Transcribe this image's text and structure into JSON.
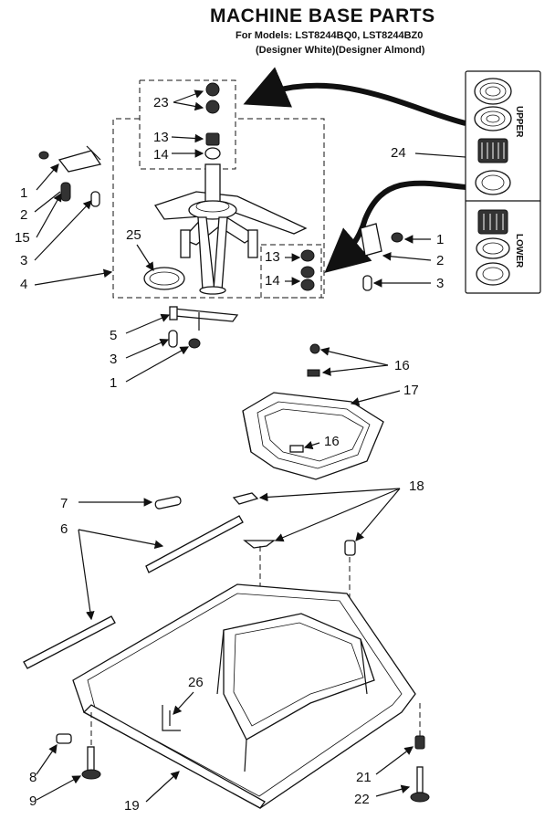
{
  "title": "MACHINE BASE PARTS",
  "models_line": "For Models: LST8244BQ0,   LST8244BZ0",
  "designer_line": "(Designer White)(Designer Almond)",
  "kit_labels": {
    "upper": "UPPER",
    "lower": "LOWER"
  },
  "callouts": [
    {
      "id": "c23",
      "text": "23"
    },
    {
      "id": "c13a",
      "text": "13"
    },
    {
      "id": "c14a",
      "text": "14"
    },
    {
      "id": "c24",
      "text": "24"
    },
    {
      "id": "c1a",
      "text": "1"
    },
    {
      "id": "c2a",
      "text": "2"
    },
    {
      "id": "c15",
      "text": "15"
    },
    {
      "id": "c3a",
      "text": "3"
    },
    {
      "id": "c4",
      "text": "4"
    },
    {
      "id": "c25",
      "text": "25"
    },
    {
      "id": "c13b",
      "text": "13"
    },
    {
      "id": "c14b",
      "text": "14"
    },
    {
      "id": "c1b",
      "text": "1"
    },
    {
      "id": "c2b",
      "text": "2"
    },
    {
      "id": "c3b",
      "text": "3"
    },
    {
      "id": "c5",
      "text": "5"
    },
    {
      "id": "c3c",
      "text": "3"
    },
    {
      "id": "c1c",
      "text": "1"
    },
    {
      "id": "c16a",
      "text": "16"
    },
    {
      "id": "c17",
      "text": "17"
    },
    {
      "id": "c16b",
      "text": "16"
    },
    {
      "id": "c18",
      "text": "18"
    },
    {
      "id": "c7",
      "text": "7"
    },
    {
      "id": "c6",
      "text": "6"
    },
    {
      "id": "c26",
      "text": "26"
    },
    {
      "id": "c8",
      "text": "8"
    },
    {
      "id": "c9",
      "text": "9"
    },
    {
      "id": "c19",
      "text": "19"
    },
    {
      "id": "c21",
      "text": "21"
    },
    {
      "id": "c22",
      "text": "22"
    }
  ]
}
